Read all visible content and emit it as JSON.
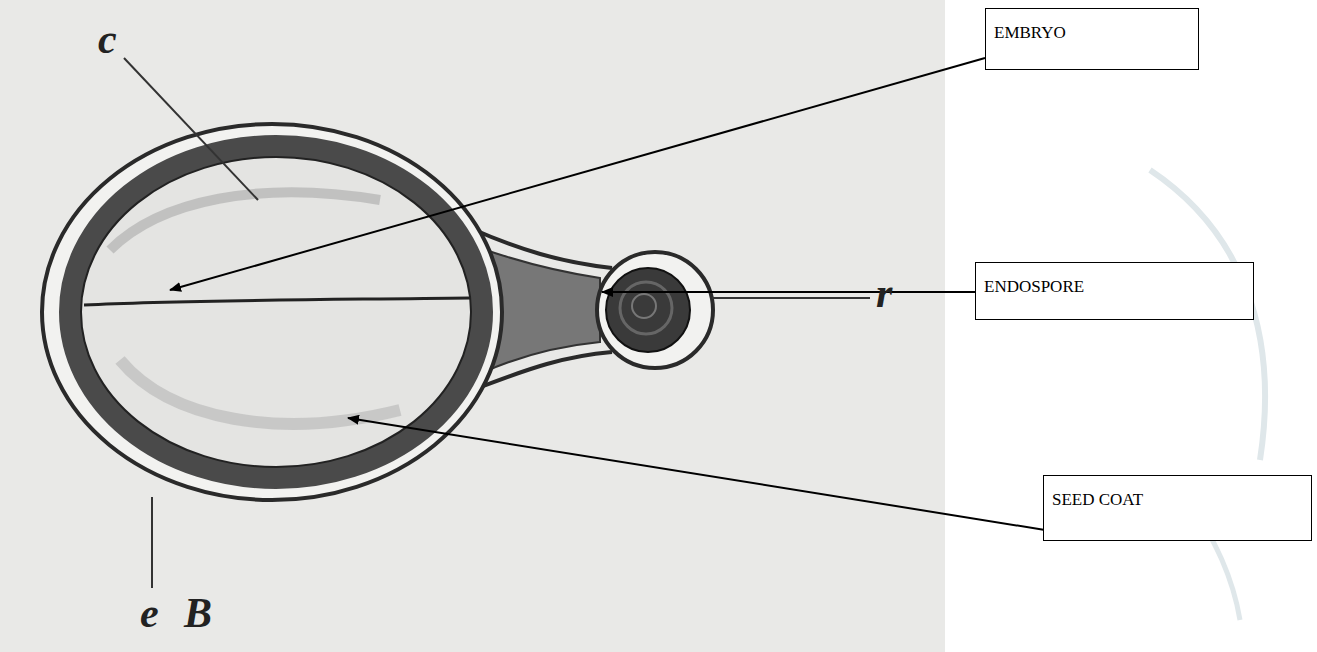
{
  "diagram": {
    "nodes": [
      {
        "text": [
          "EMBRYO"
        ]
      },
      {
        "text": [
          "ENDOSPORE"
        ]
      },
      {
        "text": [
          "SEED COAT"
        ]
      }
    ],
    "labels": [
      "c",
      "r",
      "e",
      "B"
    ]
  }
}
